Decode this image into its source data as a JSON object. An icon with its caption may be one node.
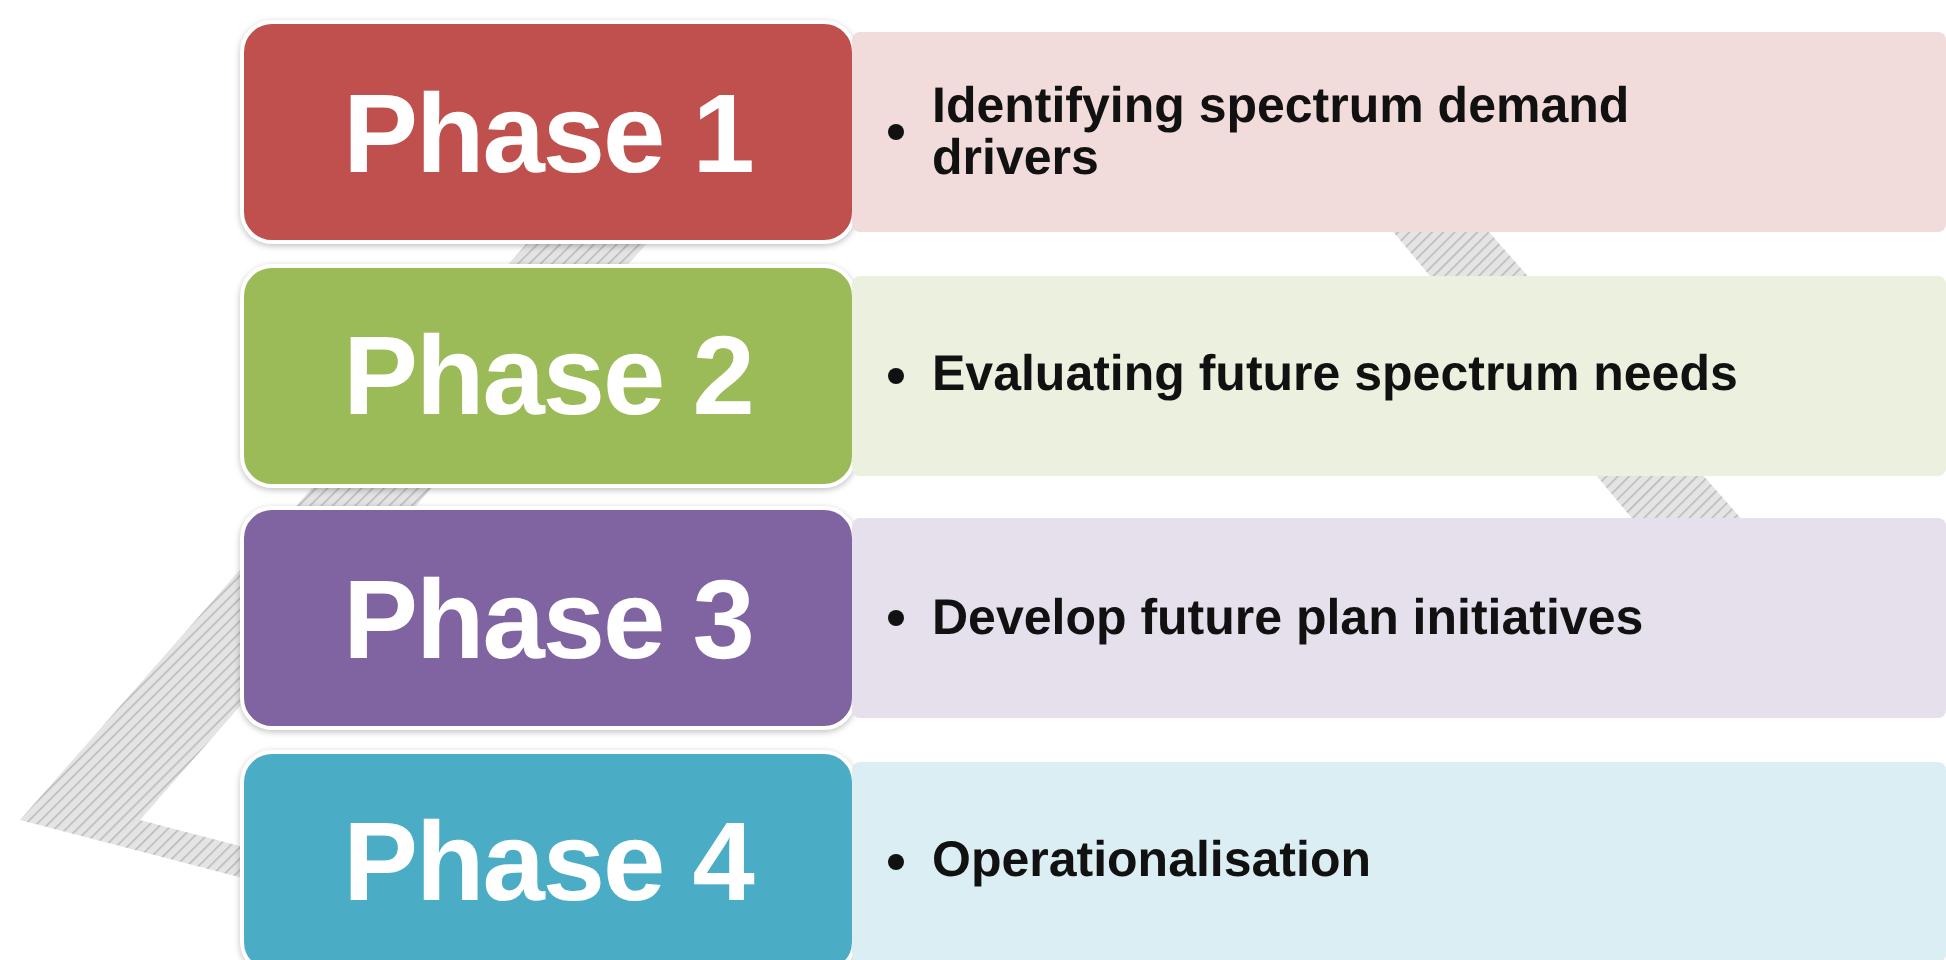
{
  "diagram": {
    "nodes": [
      {
        "text": [
          "Phase 1"
        ]
      },
      {
        "text": [
          "Identifying spectrum demand drivers"
        ]
      },
      {
        "text": [
          "Phase 2"
        ]
      },
      {
        "text": [
          "Evaluating future spectrum needs"
        ]
      },
      {
        "text": [
          "Phase 3"
        ]
      },
      {
        "text": [
          "Develop future plan initiatives"
        ]
      },
      {
        "text": [
          "Phase 4"
        ]
      },
      {
        "text": [
          "Operationalisation"
        ]
      }
    ]
  }
}
